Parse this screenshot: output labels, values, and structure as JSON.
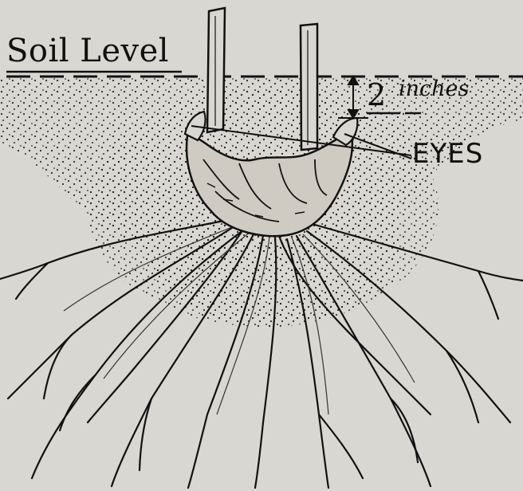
{
  "labels": {
    "soil_level": "Soil Level",
    "depth_value": "2",
    "depth_unit": "inches",
    "eyes": "EYES"
  },
  "colors": {
    "paper": "#d9d7d2",
    "ink": "#111111"
  }
}
